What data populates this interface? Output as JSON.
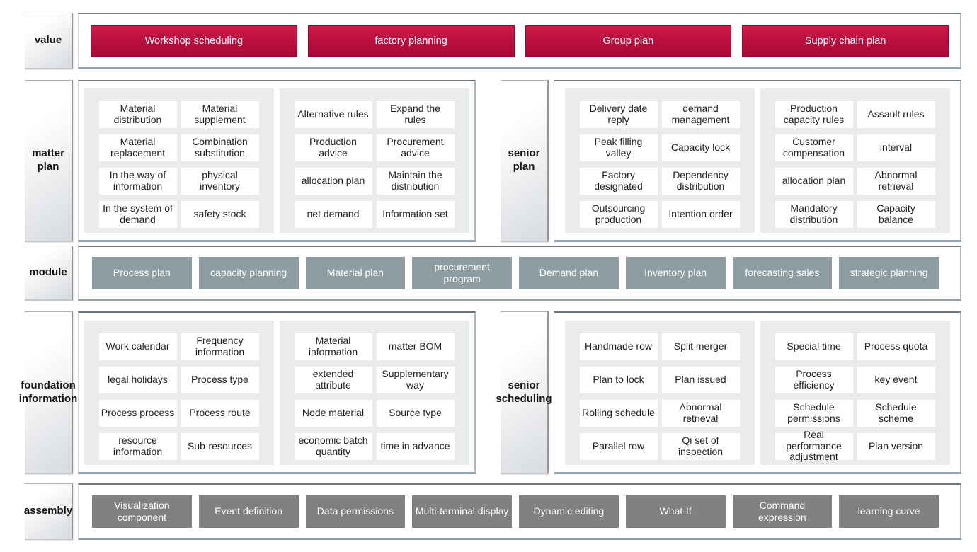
{
  "colors": {
    "accent_red": "#b50f3b",
    "module_gray": "#8d9da1",
    "assembly_gray": "#818181",
    "panel_gray": "#e9ebec",
    "container_border": "#93a0a8"
  },
  "value_row": {
    "label": "value",
    "buttons": [
      "Workshop scheduling",
      "factory planning",
      "Group plan",
      "Supply chain plan"
    ]
  },
  "matter_plan": {
    "label": "matter plan",
    "panel1": [
      "Material distribution",
      "Material supplement",
      "Material replacement",
      "Combination substitution",
      "In the way of information",
      "physical inventory",
      "In the system of demand",
      "safety stock"
    ],
    "panel2": [
      "Alternative rules",
      "Expand the rules",
      "Production advice",
      "Procurement advice",
      "allocation plan",
      "Maintain the distribution",
      "net demand",
      "Information set"
    ]
  },
  "senior_plan": {
    "label": "senior plan",
    "panel1": [
      "Delivery date reply",
      "demand management",
      "Peak filling valley",
      "Capacity lock",
      "Factory designated",
      "Dependency distribution",
      "Outsourcing production",
      "Intention order"
    ],
    "panel2": [
      "Production capacity rules",
      "Assault rules",
      "Customer compensation",
      "interval",
      "allocation plan",
      "Abnormal retrieval",
      "Mandatory distribution",
      "Capacity balance"
    ]
  },
  "module_row": {
    "label": "module",
    "items": [
      "Process plan",
      "capacity planning",
      "Material plan",
      "procurement program",
      "Demand plan",
      "Inventory plan",
      "forecasting sales",
      "strategic planning"
    ]
  },
  "foundation_information": {
    "label": "foundation information",
    "panel1": [
      "Work calendar",
      "Frequency information",
      "legal holidays",
      "Process type",
      "Process process",
      "Process route",
      "resource information",
      "Sub-resources"
    ],
    "panel2": [
      "Material information",
      "matter BOM",
      "extended attribute",
      "Supplementary way",
      "Node material",
      "Source type",
      "economic batch quantity",
      "time in advance"
    ]
  },
  "senior_scheduling": {
    "label": "senior scheduling",
    "panel1": [
      "Handmade row",
      "Split merger",
      "Plan to lock",
      "Plan issued",
      "Rolling schedule",
      "Abnormal retrieval",
      "Parallel row",
      "Qi set of inspection"
    ],
    "panel2": [
      "Special time",
      "Process quota",
      "Process efficiency",
      "key event",
      "Schedule permissions",
      "Schedule scheme",
      "Real performance adjustment",
      "Plan version"
    ]
  },
  "assembly_row": {
    "label": "assembly",
    "items": [
      "Visualization component",
      "Event definition",
      "Data permissions",
      "Multi-terminal display",
      "Dynamic editing",
      "What-If",
      "Command expression",
      "learning curve"
    ]
  }
}
